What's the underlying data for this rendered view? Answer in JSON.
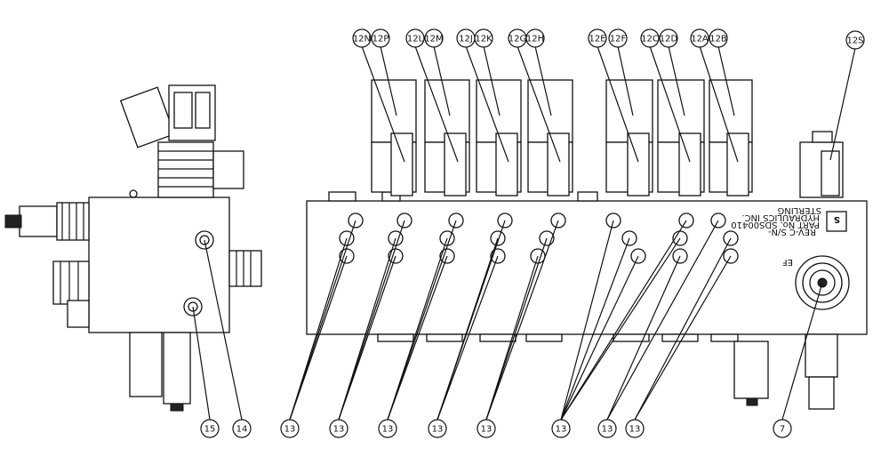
{
  "callouts": {
    "top": [
      "12N",
      "12P",
      "12L",
      "12M",
      "12J",
      "12K",
      "12G",
      "12H",
      "12E",
      "12F",
      "12C",
      "12D",
      "12A",
      "12B",
      "12S"
    ],
    "bottom": [
      "15",
      "14",
      "13",
      "13",
      "13",
      "13",
      "13",
      "13",
      "13",
      "13",
      "7"
    ]
  },
  "manifold_plate": {
    "line1": "STERLING",
    "line2": "HYDRAULICS INC.",
    "line3": "PART No. SDS00410",
    "line4": "REV-C S/N-",
    "logo": "S"
  },
  "port_label": "EF"
}
